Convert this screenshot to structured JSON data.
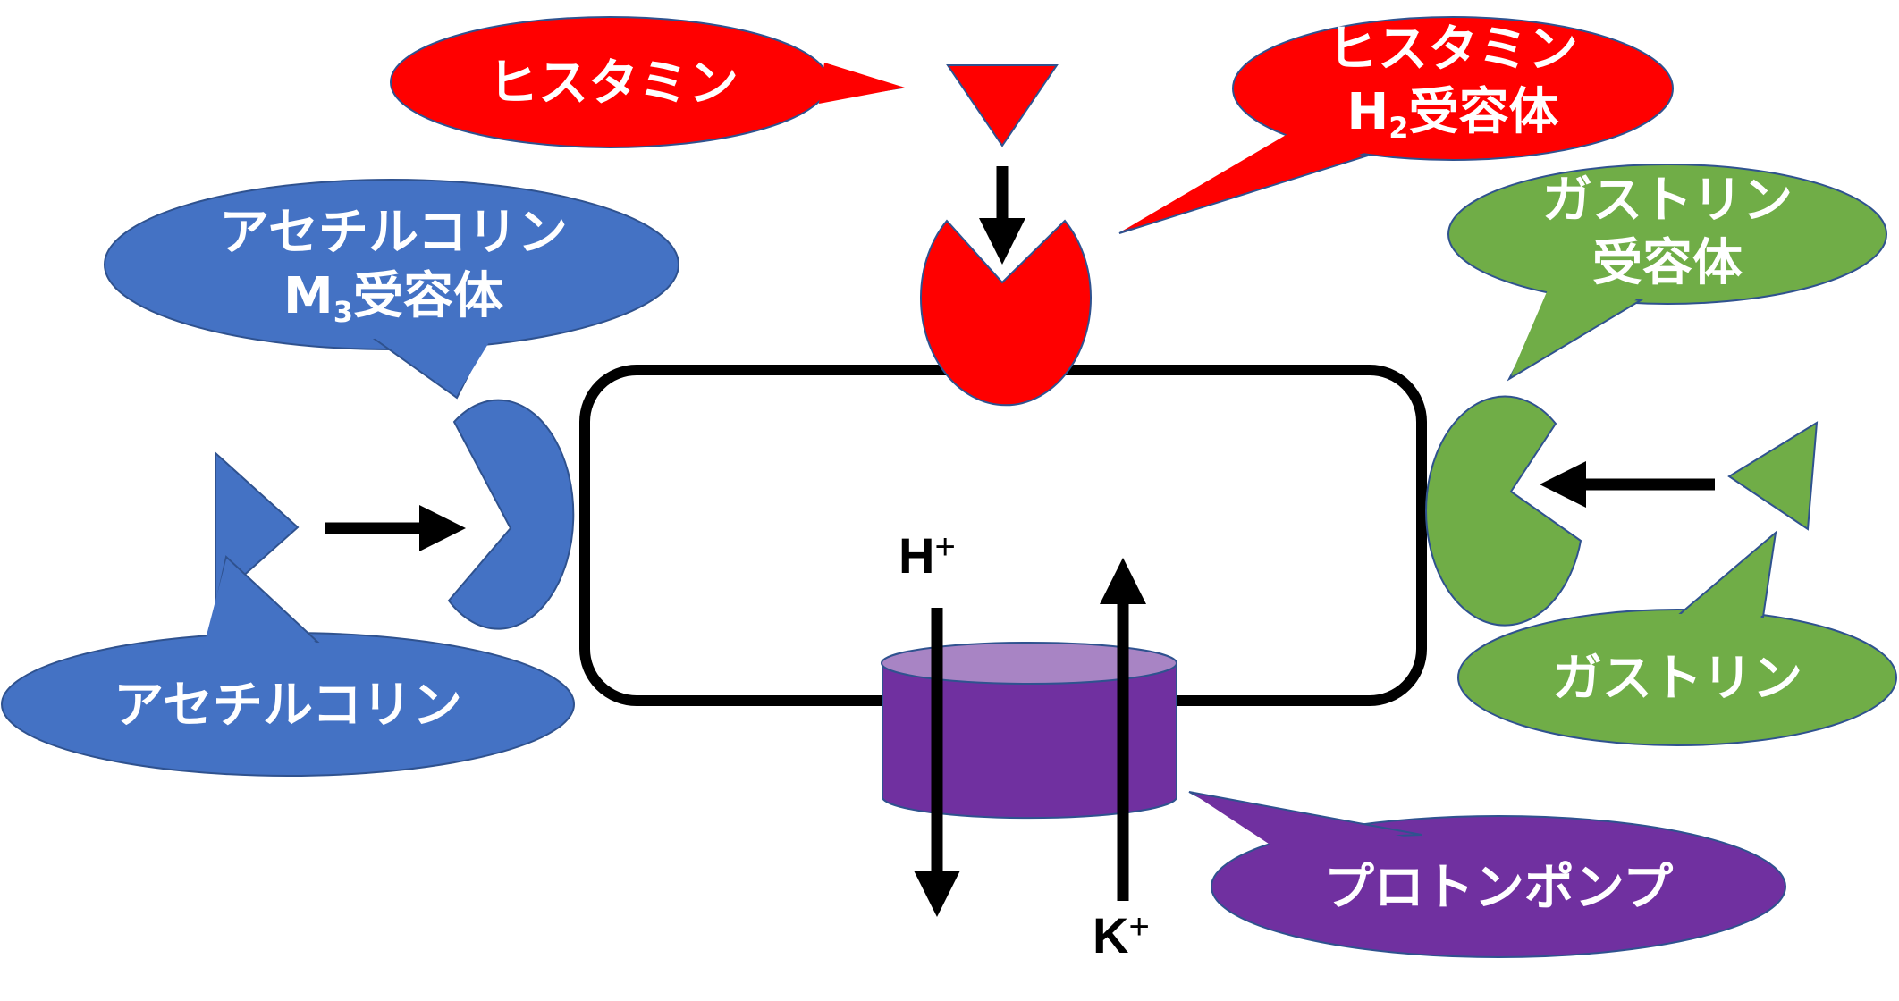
{
  "colors": {
    "histamine": "#FF0000",
    "acetylcholine": "#4472C4",
    "gastrin": "#70AD47",
    "proton_pump": "#7030A0",
    "proton_pump_top": "#A884C4",
    "outline": "#2F528F",
    "membrane": "#000000"
  },
  "labels": {
    "histamine": "ヒスタミン",
    "histamine_receptor_line1": "ヒスタミン",
    "histamine_receptor_prefix": "H",
    "histamine_receptor_sub": "2",
    "histamine_receptor_suffix": "受容体",
    "acetylcholine_receptor_line1": "アセチルコリン",
    "acetylcholine_receptor_prefix": "M",
    "acetylcholine_receptor_sub": "3",
    "acetylcholine_receptor_suffix": "受容体",
    "acetylcholine": "アセチルコリン",
    "gastrin_receptor_line1": "ガストリン",
    "gastrin_receptor_line2": "受容体",
    "gastrin": "ガストリン",
    "proton_pump": "プロトンポンプ"
  },
  "ions": {
    "hydrogen": "H",
    "hydrogen_charge": "+",
    "potassium": "K",
    "potassium_charge": "+"
  }
}
